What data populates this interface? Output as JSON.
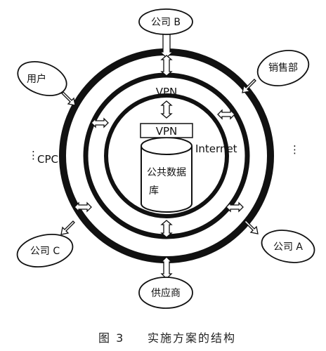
{
  "nodes": {
    "company_b": "公司 B",
    "sales_dept": "销售部",
    "user": "用户",
    "company_c": "公司 C",
    "supplier": "供应商",
    "company_a": "公司 A",
    "cpc": "CPC",
    "left_ellipsis": "⋮",
    "right_ellipsis": "⋮"
  },
  "rings": {
    "outer_label": "VPN",
    "middle_label": "Internet",
    "inner_vpn_box": "VPN"
  },
  "database": {
    "line1": "公共数据",
    "line2": "库"
  },
  "caption": {
    "figure": "图 3",
    "title": "实施方案的结构"
  }
}
